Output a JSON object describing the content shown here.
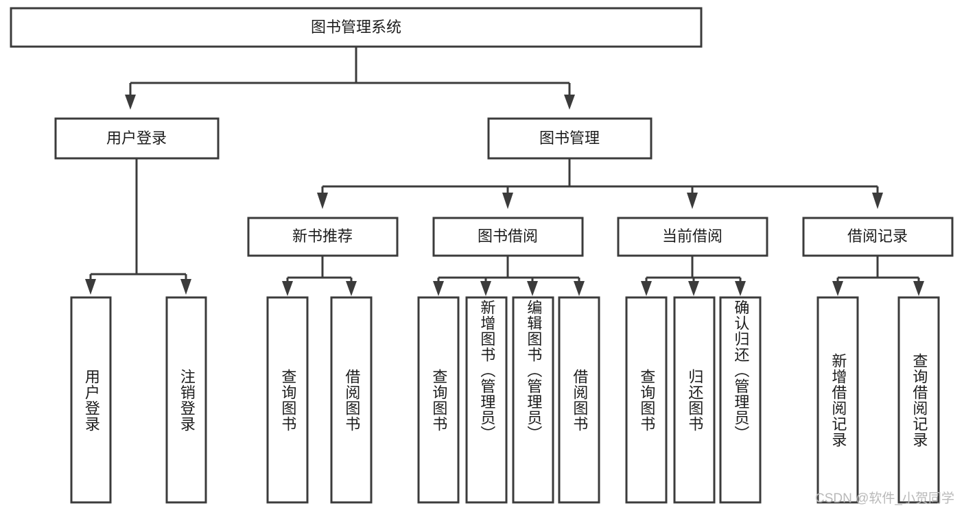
{
  "diagram": {
    "type": "tree-hierarchy",
    "title": "图书管理系统",
    "orientation": "top-down",
    "colors": {
      "box_stroke": "#3b3b3b",
      "box_fill": "#ffffff",
      "connector": "#3b3b3b",
      "text": "#1c1c1c",
      "watermark": "#b9b9b9",
      "background": "#ffffff"
    },
    "root": {
      "label": "图书管理系统"
    },
    "level2": [
      {
        "label": "用户登录"
      },
      {
        "label": "图书管理"
      }
    ],
    "level3": [
      {
        "label": "新书推荐"
      },
      {
        "label": "图书借阅"
      },
      {
        "label": "当前借阅"
      },
      {
        "label": "借阅记录"
      }
    ],
    "leaves": {
      "user_login": [
        {
          "label": "用户登录"
        },
        {
          "label": "注销登录"
        }
      ],
      "new_book_recommend": [
        {
          "label": "查询图书"
        },
        {
          "label": "借阅图书"
        }
      ],
      "book_borrow": [
        {
          "label": "查询图书"
        },
        {
          "label": "新增图书（管理员）"
        },
        {
          "label": "编辑图书（管理员）"
        },
        {
          "label": "借阅图书"
        }
      ],
      "current_borrow": [
        {
          "label": "查询图书"
        },
        {
          "label": "归还图书"
        },
        {
          "label": "确认归还（管理员）"
        }
      ],
      "borrow_record": [
        {
          "label": "新增借阅记录"
        },
        {
          "label": "查询借阅记录"
        }
      ]
    }
  },
  "watermark": {
    "text": "CSDN @软件_小贺同学"
  }
}
